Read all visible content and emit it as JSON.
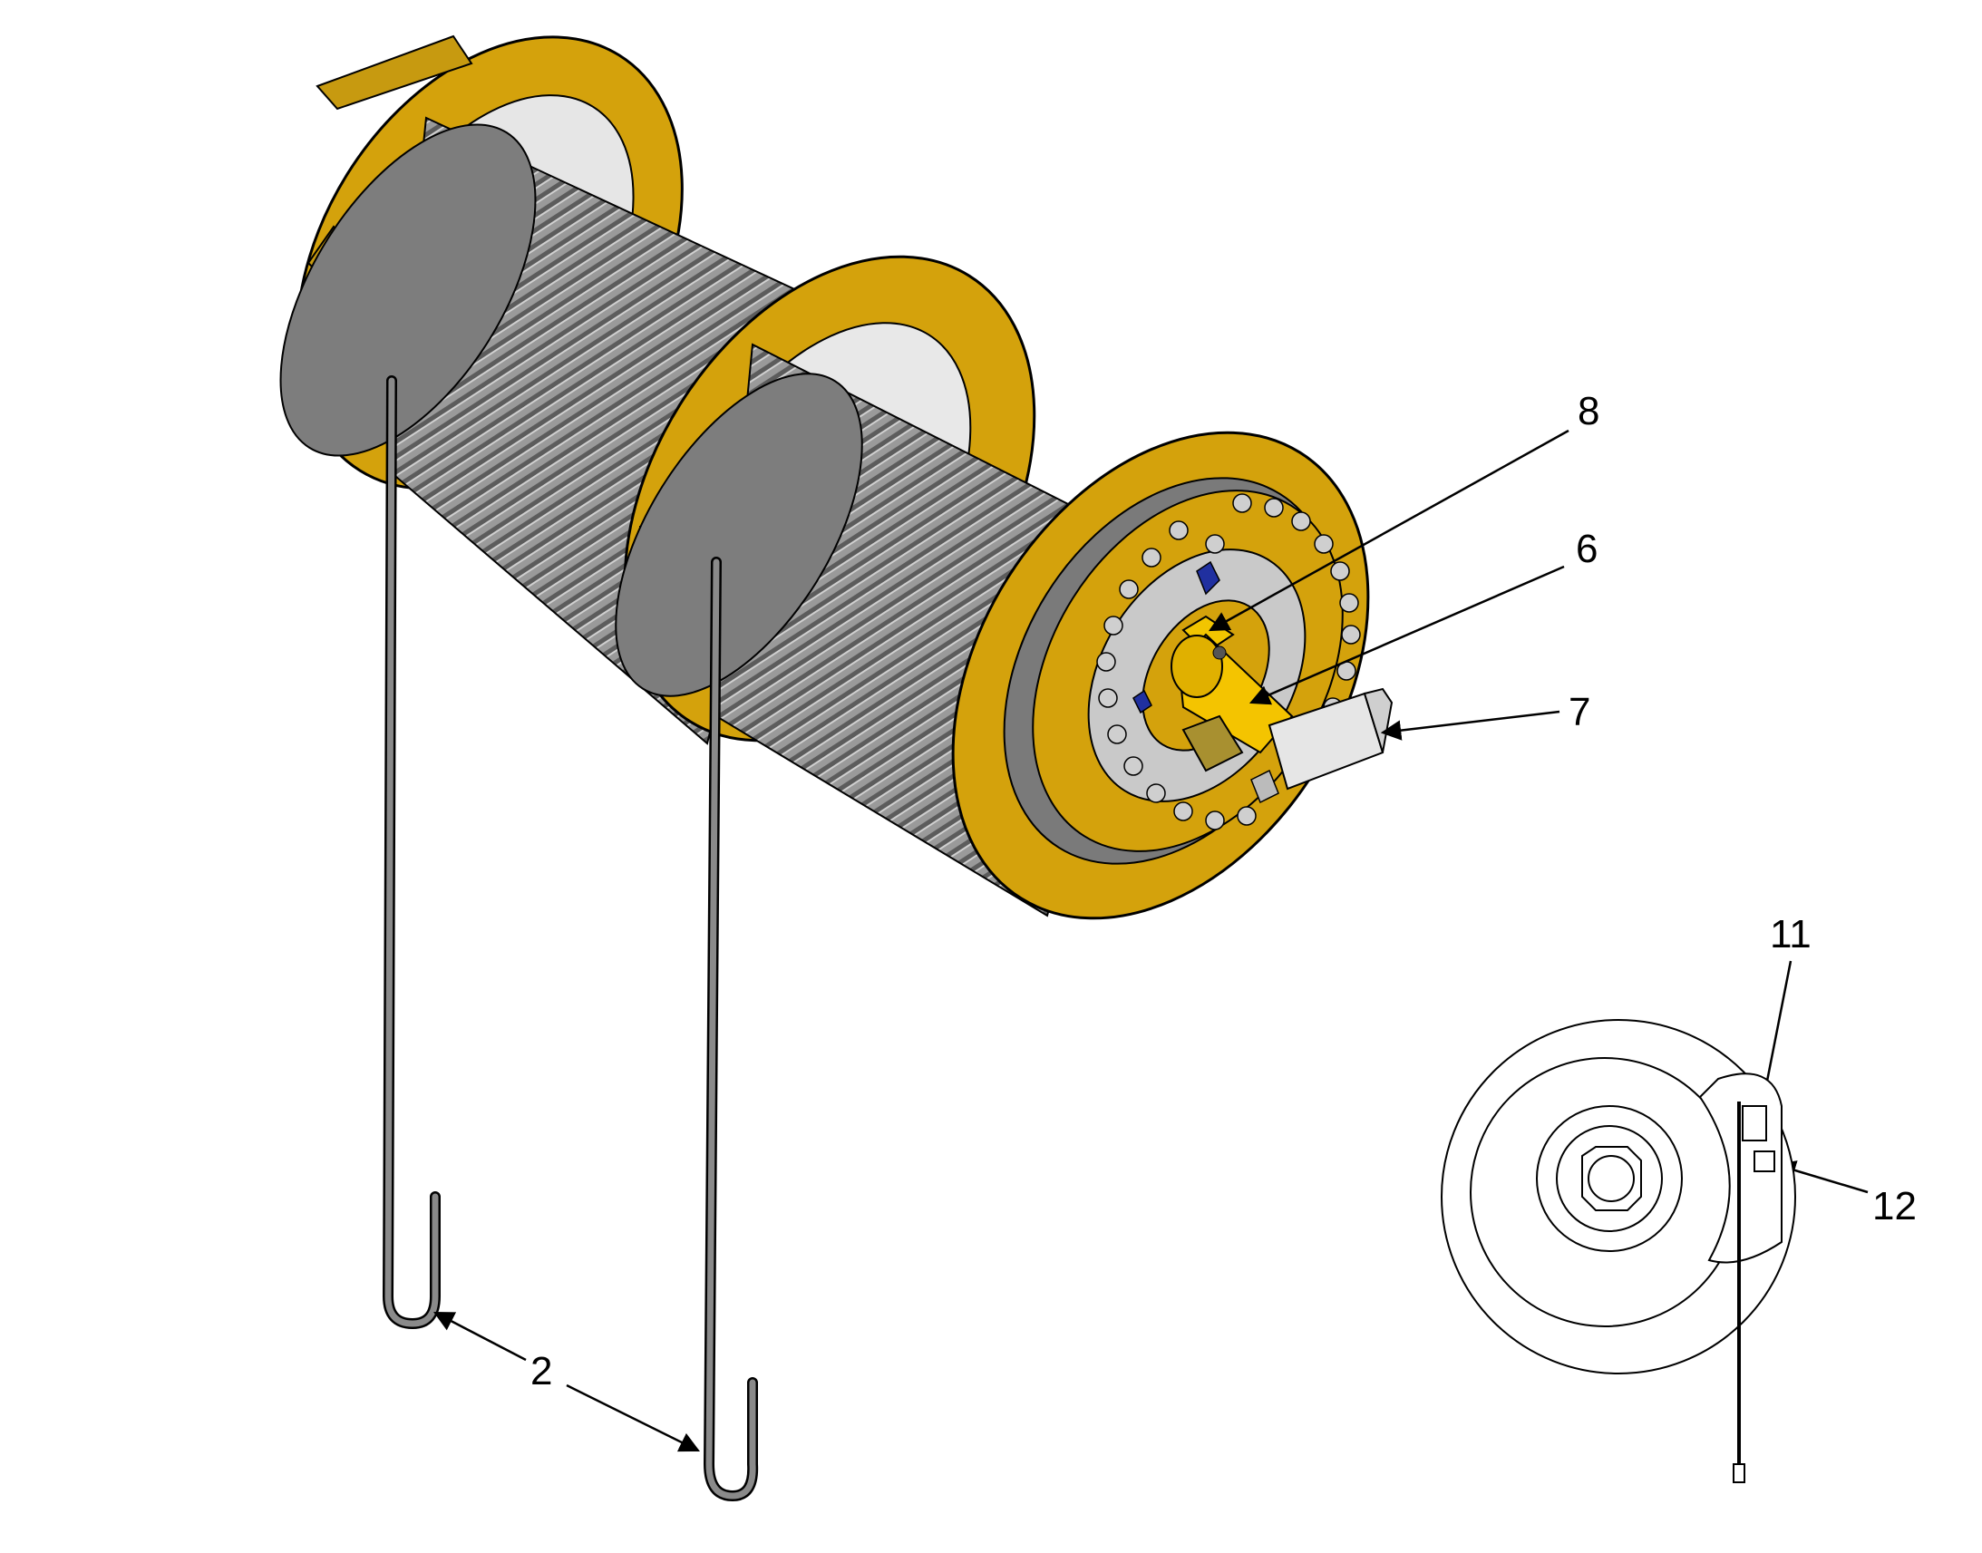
{
  "callouts": {
    "c8": "8",
    "c6": "6",
    "c7": "7",
    "c2": "2",
    "c11": "11",
    "c12": "12"
  },
  "colors": {
    "flange": "#d4a20c",
    "flange_edge": "#8c6a00",
    "drum": "#8e8e8e",
    "drum_dark": "#5a5a5a",
    "cable": "#6a6a6a",
    "outline": "#000000",
    "hub_blue": "#2030a0"
  }
}
